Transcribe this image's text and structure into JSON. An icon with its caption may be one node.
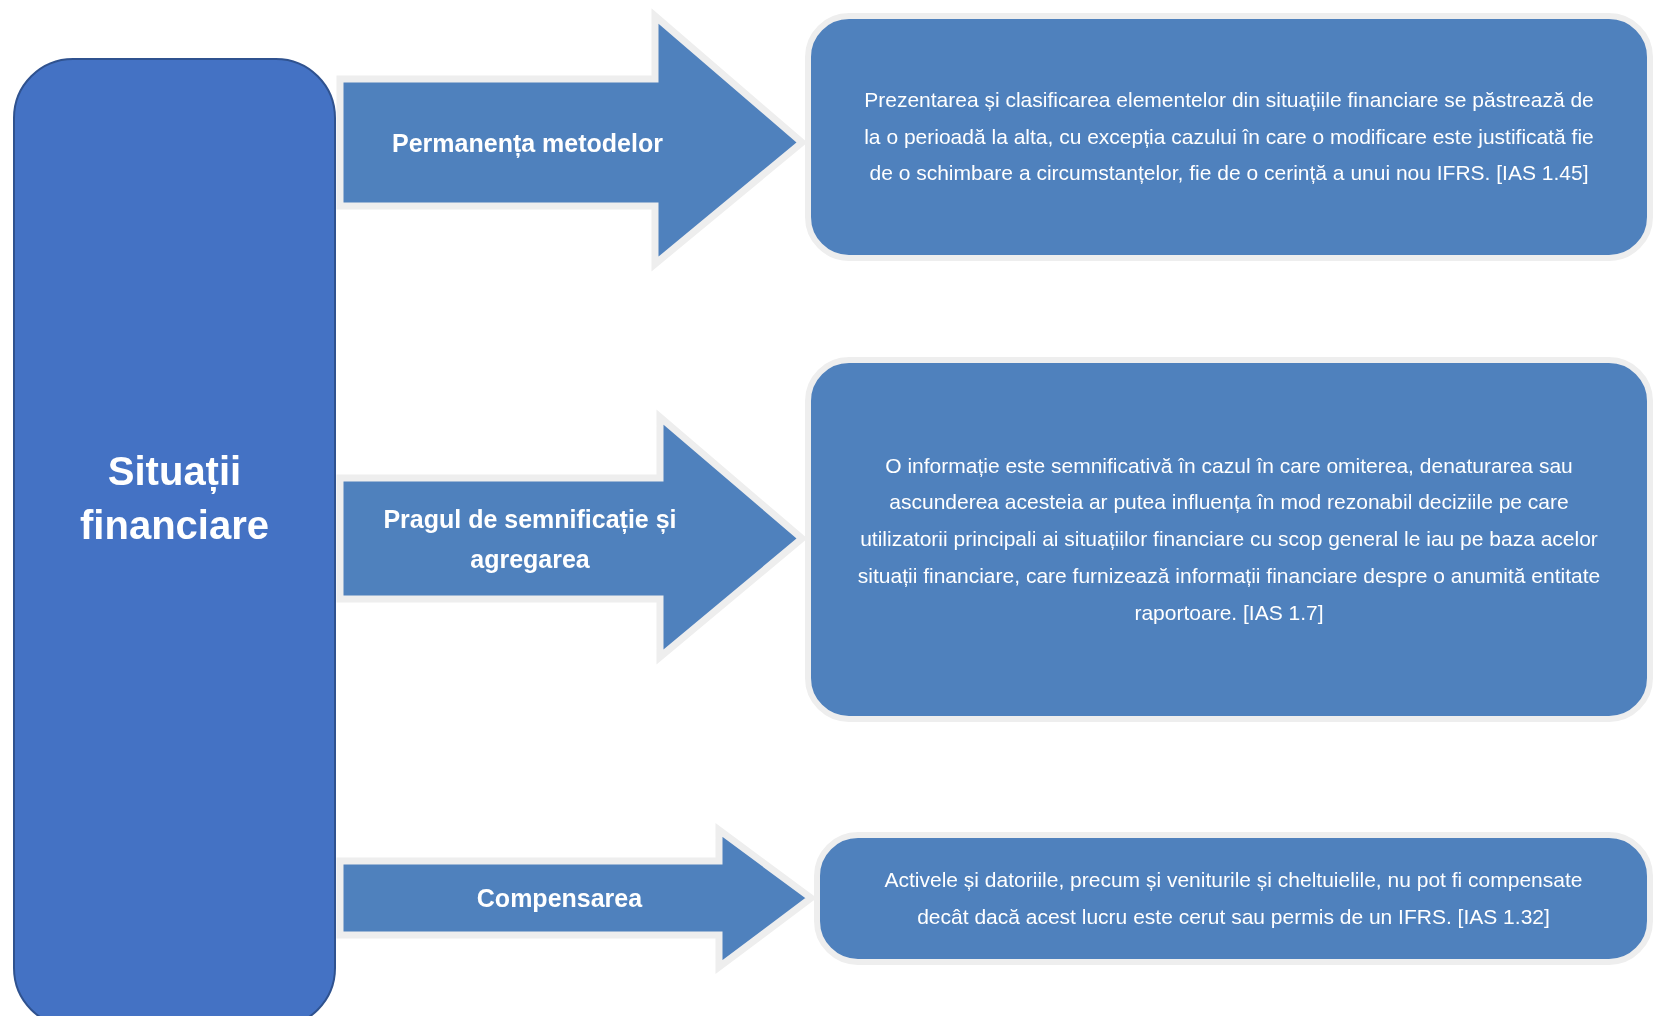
{
  "diagram": {
    "nodes": [
      {
        "text": [
          "Situații financiare"
        ]
      },
      {
        "text": [
          "Prezentarea și clasificarea elementelor din situațiile financiare se păstrează de la o perioadă la alta, cu excepția cazului în care o modificare este justificată fie de o schimbare a circumstanțelor, fie de o cerință a unui nou IFRS. [IAS 1.45]"
        ]
      },
      {
        "text": [
          "O informație este semnificativă în cazul în care omiterea, denaturarea sau ascunderea acesteia ar putea influența în mod rezonabil deciziile pe care utilizatorii principali ai situațiilor financiare cu scop general le iau pe baza acelor situații financiare, care furnizează informații financiare despre o anumită entitate raportoare. [IAS 1.7]"
        ]
      },
      {
        "text": [
          "Activele și datoriile, precum și veniturile și cheltuielile, nu pot fi compensate decât dacă acest lucru este cerut sau permis de un IFRS. [IAS 1.32]"
        ]
      }
    ],
    "edges": [
      {
        "from": 0,
        "to": 1,
        "arrow": "to",
        "label": "Permanența metodelor",
        "style": "thick"
      },
      {
        "from": 0,
        "to": 2,
        "arrow": "to",
        "label": "Pragul de semnificație și agregarea",
        "style": "thick"
      },
      {
        "from": 0,
        "to": 3,
        "arrow": "to",
        "label": "Compensarea",
        "style": "thick"
      }
    ]
  }
}
